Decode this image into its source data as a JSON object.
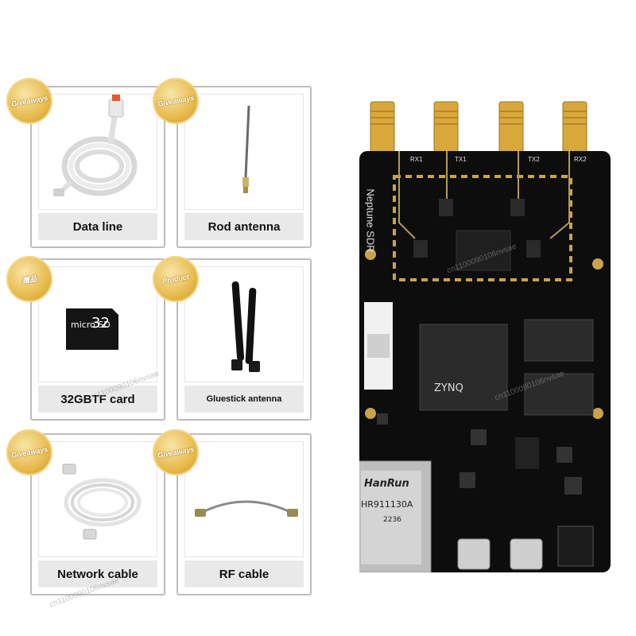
{
  "items": [
    {
      "label": "Data line",
      "badge": "Giveaways"
    },
    {
      "label": "Rod antenna",
      "badge": "Giveaways"
    },
    {
      "label": "32GBTF card",
      "badge": "赠品",
      "card_text": "32",
      "card_sub": "micro SD"
    },
    {
      "label": "Gluestick antenna",
      "badge": "Product"
    },
    {
      "label": "Network cable",
      "badge": "Giveaways"
    },
    {
      "label": "RF cable",
      "badge": "Giveaways"
    }
  ],
  "board": {
    "name": "Neptune SDR",
    "ports": [
      "RX1",
      "TX1",
      "TX2",
      "RX2"
    ],
    "chip": "ZYNQ",
    "eth_brand": "HanRun",
    "eth_model": "HR911130A",
    "eth_code": "2236"
  },
  "watermark": "cn1100090106nvsae",
  "colors": {
    "gold": "#d9a83a",
    "pcb": "#0d0d0d",
    "caption_bg": "#e9e9e9"
  }
}
